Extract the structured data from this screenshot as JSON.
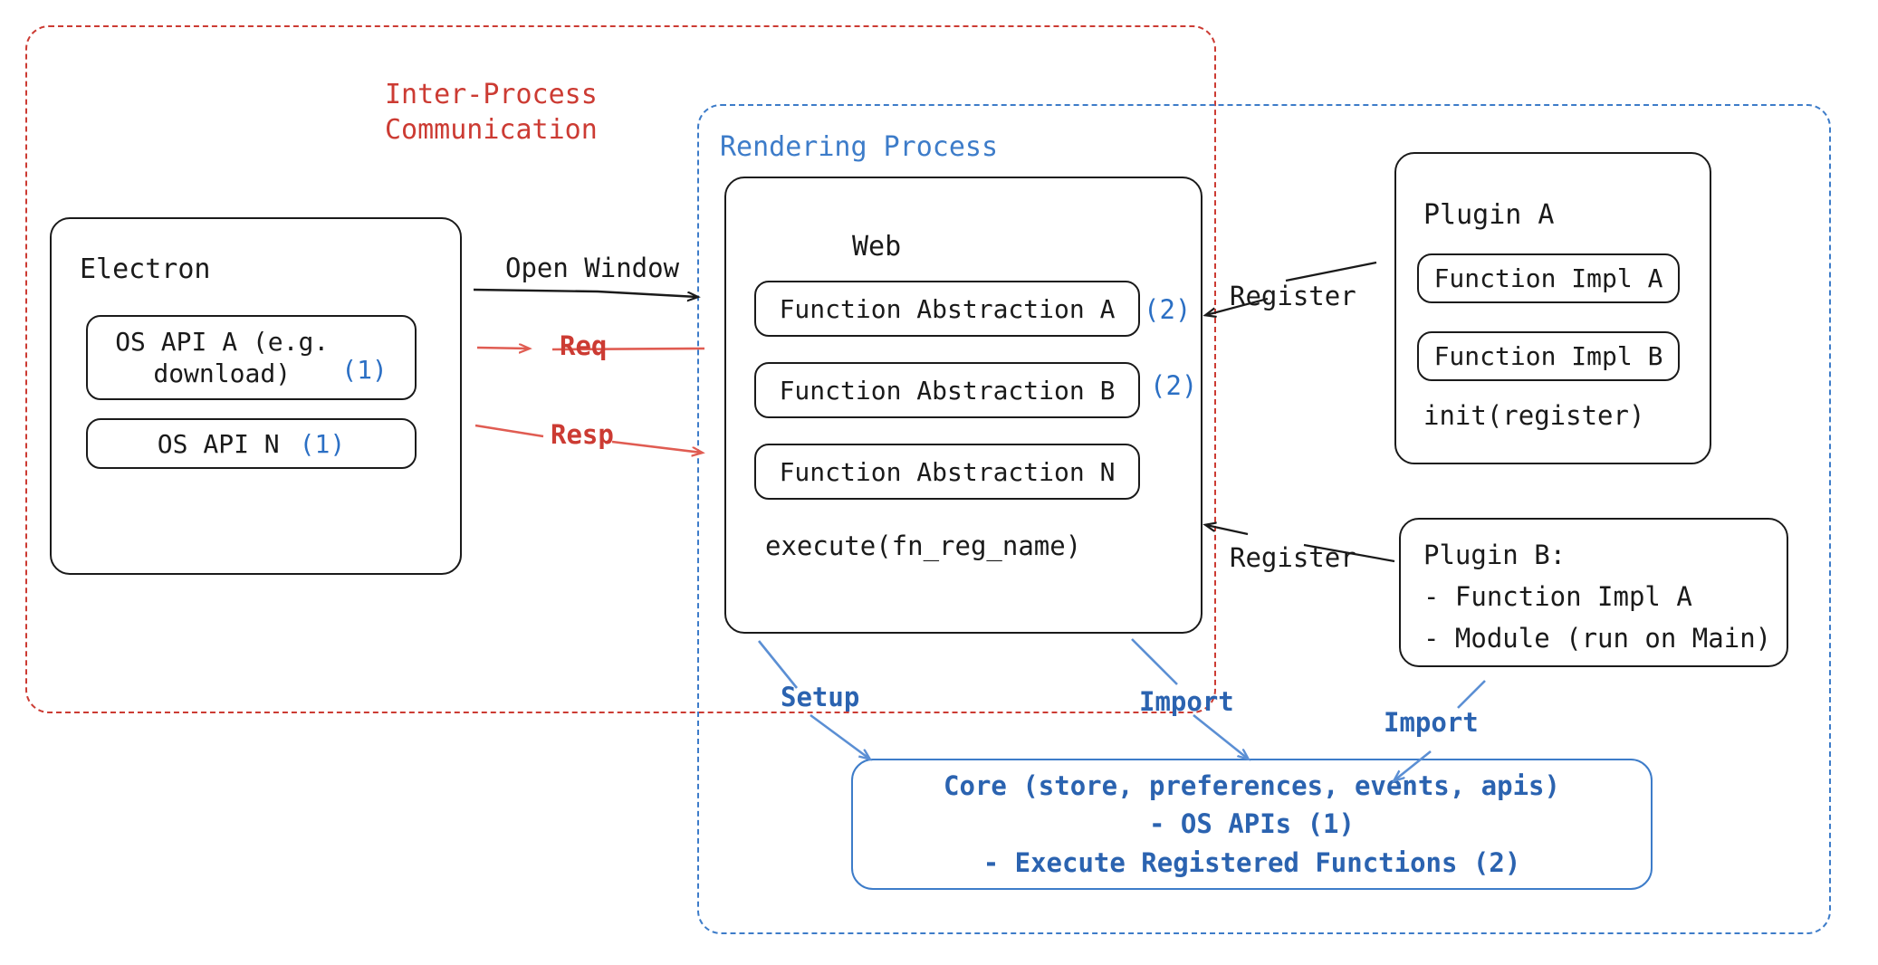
{
  "diagram": {
    "title": "Electron plugin architecture",
    "colors": {
      "red": "#cc3b33",
      "blue": "#3d7cc9",
      "blue_strong": "#2b63b0",
      "black": "#1a1a1a",
      "ref_blue": "#2b6fc4"
    }
  },
  "groups": {
    "ipc": {
      "label_line1": "Inter-Process",
      "label_line2": "Communication"
    },
    "rendering_process": {
      "label": "Rendering Process"
    }
  },
  "electron": {
    "title": "Electron",
    "apis": [
      {
        "label": "OS API A (e.g.\ndownload)",
        "ref": "(1)"
      },
      {
        "label": "OS API N",
        "ref": "(1)"
      }
    ]
  },
  "web": {
    "title": "Web",
    "abstractions": [
      {
        "label": "Function Abstraction A",
        "ref": "(2)"
      },
      {
        "label": "Function Abstraction B",
        "ref": "(2)"
      },
      {
        "label": "Function Abstraction N",
        "ref": ""
      }
    ],
    "footer": "execute(fn_reg_name)"
  },
  "plugin_a": {
    "title": "Plugin A",
    "functions": [
      {
        "label": "Function Impl A"
      },
      {
        "label": "Function Impl B"
      }
    ],
    "footer": "init(register)"
  },
  "plugin_b": {
    "title": "Plugin B:",
    "lines": [
      "- Function Impl A",
      "- Module (run on Main)"
    ]
  },
  "core": {
    "line1": "Core (store, preferences, events, apis)",
    "line2": "- OS APIs (1)",
    "line3": "- Execute Registered Functions (2)"
  },
  "arrows": {
    "open_window": "Open Window",
    "req": "Req",
    "resp": "Resp",
    "register_a": "Register",
    "register_b": "Register",
    "setup": "Setup",
    "import_web": "Import",
    "import_plugin_b": "Import"
  }
}
